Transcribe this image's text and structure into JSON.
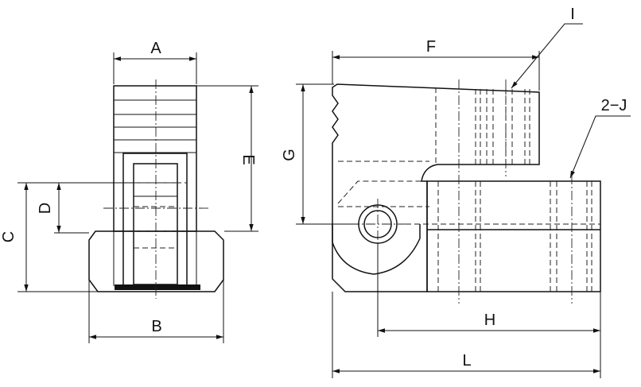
{
  "labels": {
    "A": "A",
    "B": "B",
    "C": "C",
    "D": "D",
    "E": "E",
    "F": "F",
    "G": "G",
    "H": "H",
    "L": "L",
    "I": "I",
    "J": "2−J"
  }
}
